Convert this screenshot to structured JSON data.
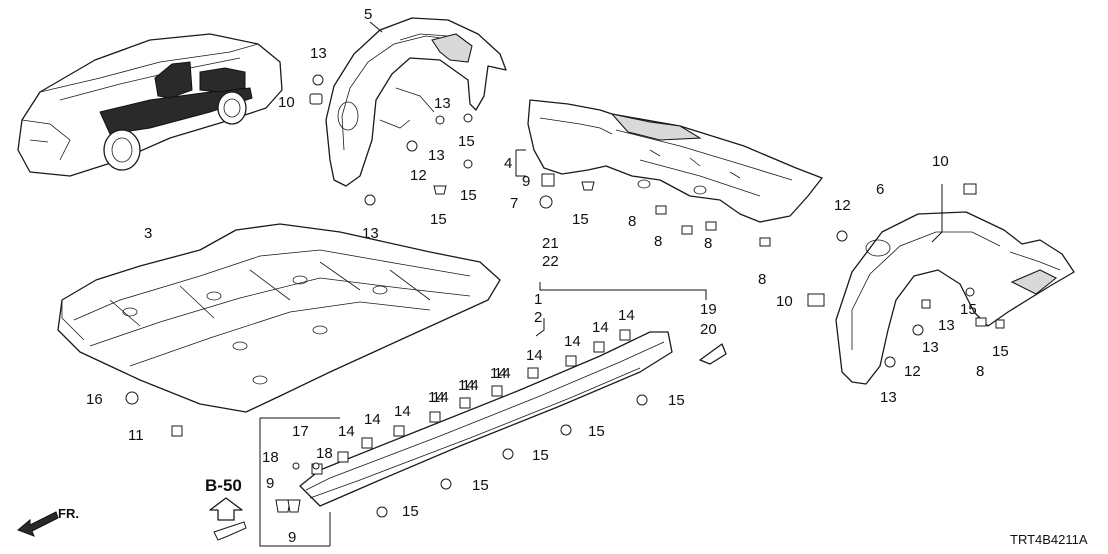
{
  "diagram": {
    "drawing_code": "TRT4B4211A",
    "reference": "B-50",
    "direction": "FR.",
    "callouts": [
      {
        "id": "c5",
        "label": "5"
      },
      {
        "id": "c13a",
        "label": "13"
      },
      {
        "id": "c10a",
        "label": "10"
      },
      {
        "id": "c13b",
        "label": "13"
      },
      {
        "id": "c13c",
        "label": "13"
      },
      {
        "id": "c15a",
        "label": "15"
      },
      {
        "id": "c12a",
        "label": "12"
      },
      {
        "id": "c15b",
        "label": "15"
      },
      {
        "id": "c13d",
        "label": "13"
      },
      {
        "id": "c15c",
        "label": "15"
      },
      {
        "id": "c4",
        "label": "4"
      },
      {
        "id": "c9a",
        "label": "9"
      },
      {
        "id": "c7",
        "label": "7"
      },
      {
        "id": "c15d",
        "label": "15"
      },
      {
        "id": "c8a",
        "label": "8"
      },
      {
        "id": "c8b",
        "label": "8"
      },
      {
        "id": "c8c",
        "label": "8"
      },
      {
        "id": "c8d",
        "label": "8"
      },
      {
        "id": "c3",
        "label": "3"
      },
      {
        "id": "c21",
        "label": "21"
      },
      {
        "id": "c22",
        "label": "22"
      },
      {
        "id": "c1",
        "label": "1"
      },
      {
        "id": "c2",
        "label": "2"
      },
      {
        "id": "c19",
        "label": "19"
      },
      {
        "id": "c20",
        "label": "20"
      },
      {
        "id": "c10b",
        "label": "10"
      },
      {
        "id": "c6",
        "label": "6"
      },
      {
        "id": "c12b",
        "label": "12"
      },
      {
        "id": "c10c",
        "label": "10"
      },
      {
        "id": "c13e",
        "label": "13"
      },
      {
        "id": "c15e",
        "label": "15"
      },
      {
        "id": "c13f",
        "label": "13"
      },
      {
        "id": "c12c",
        "label": "12"
      },
      {
        "id": "c15f",
        "label": "15"
      },
      {
        "id": "c8e",
        "label": "8"
      },
      {
        "id": "c13g",
        "label": "13"
      },
      {
        "id": "c16",
        "label": "16"
      },
      {
        "id": "c11",
        "label": "11"
      },
      {
        "id": "c14a",
        "label": "14"
      },
      {
        "id": "c14b",
        "label": "14"
      },
      {
        "id": "c14c",
        "label": "14"
      },
      {
        "id": "c14d",
        "label": "14"
      },
      {
        "id": "c14e",
        "label": "14"
      },
      {
        "id": "c14f",
        "label": "14"
      },
      {
        "id": "c14g",
        "label": "14"
      },
      {
        "id": "c14h",
        "label": "14"
      },
      {
        "id": "c14i",
        "label": "14"
      },
      {
        "id": "c14j",
        "label": "14"
      },
      {
        "id": "c14k",
        "label": "14"
      },
      {
        "id": "c14l",
        "label": "14"
      },
      {
        "id": "c14m",
        "label": "14"
      },
      {
        "id": "c17",
        "label": "17"
      },
      {
        "id": "c18a",
        "label": "18"
      },
      {
        "id": "c18b",
        "label": "18"
      },
      {
        "id": "c9b",
        "label": "9"
      },
      {
        "id": "c9c",
        "label": "9"
      },
      {
        "id": "c15g",
        "label": "15"
      },
      {
        "id": "c15h",
        "label": "15"
      },
      {
        "id": "c15i",
        "label": "15"
      },
      {
        "id": "c15j",
        "label": "15"
      },
      {
        "id": "c15k",
        "label": "15"
      }
    ]
  }
}
